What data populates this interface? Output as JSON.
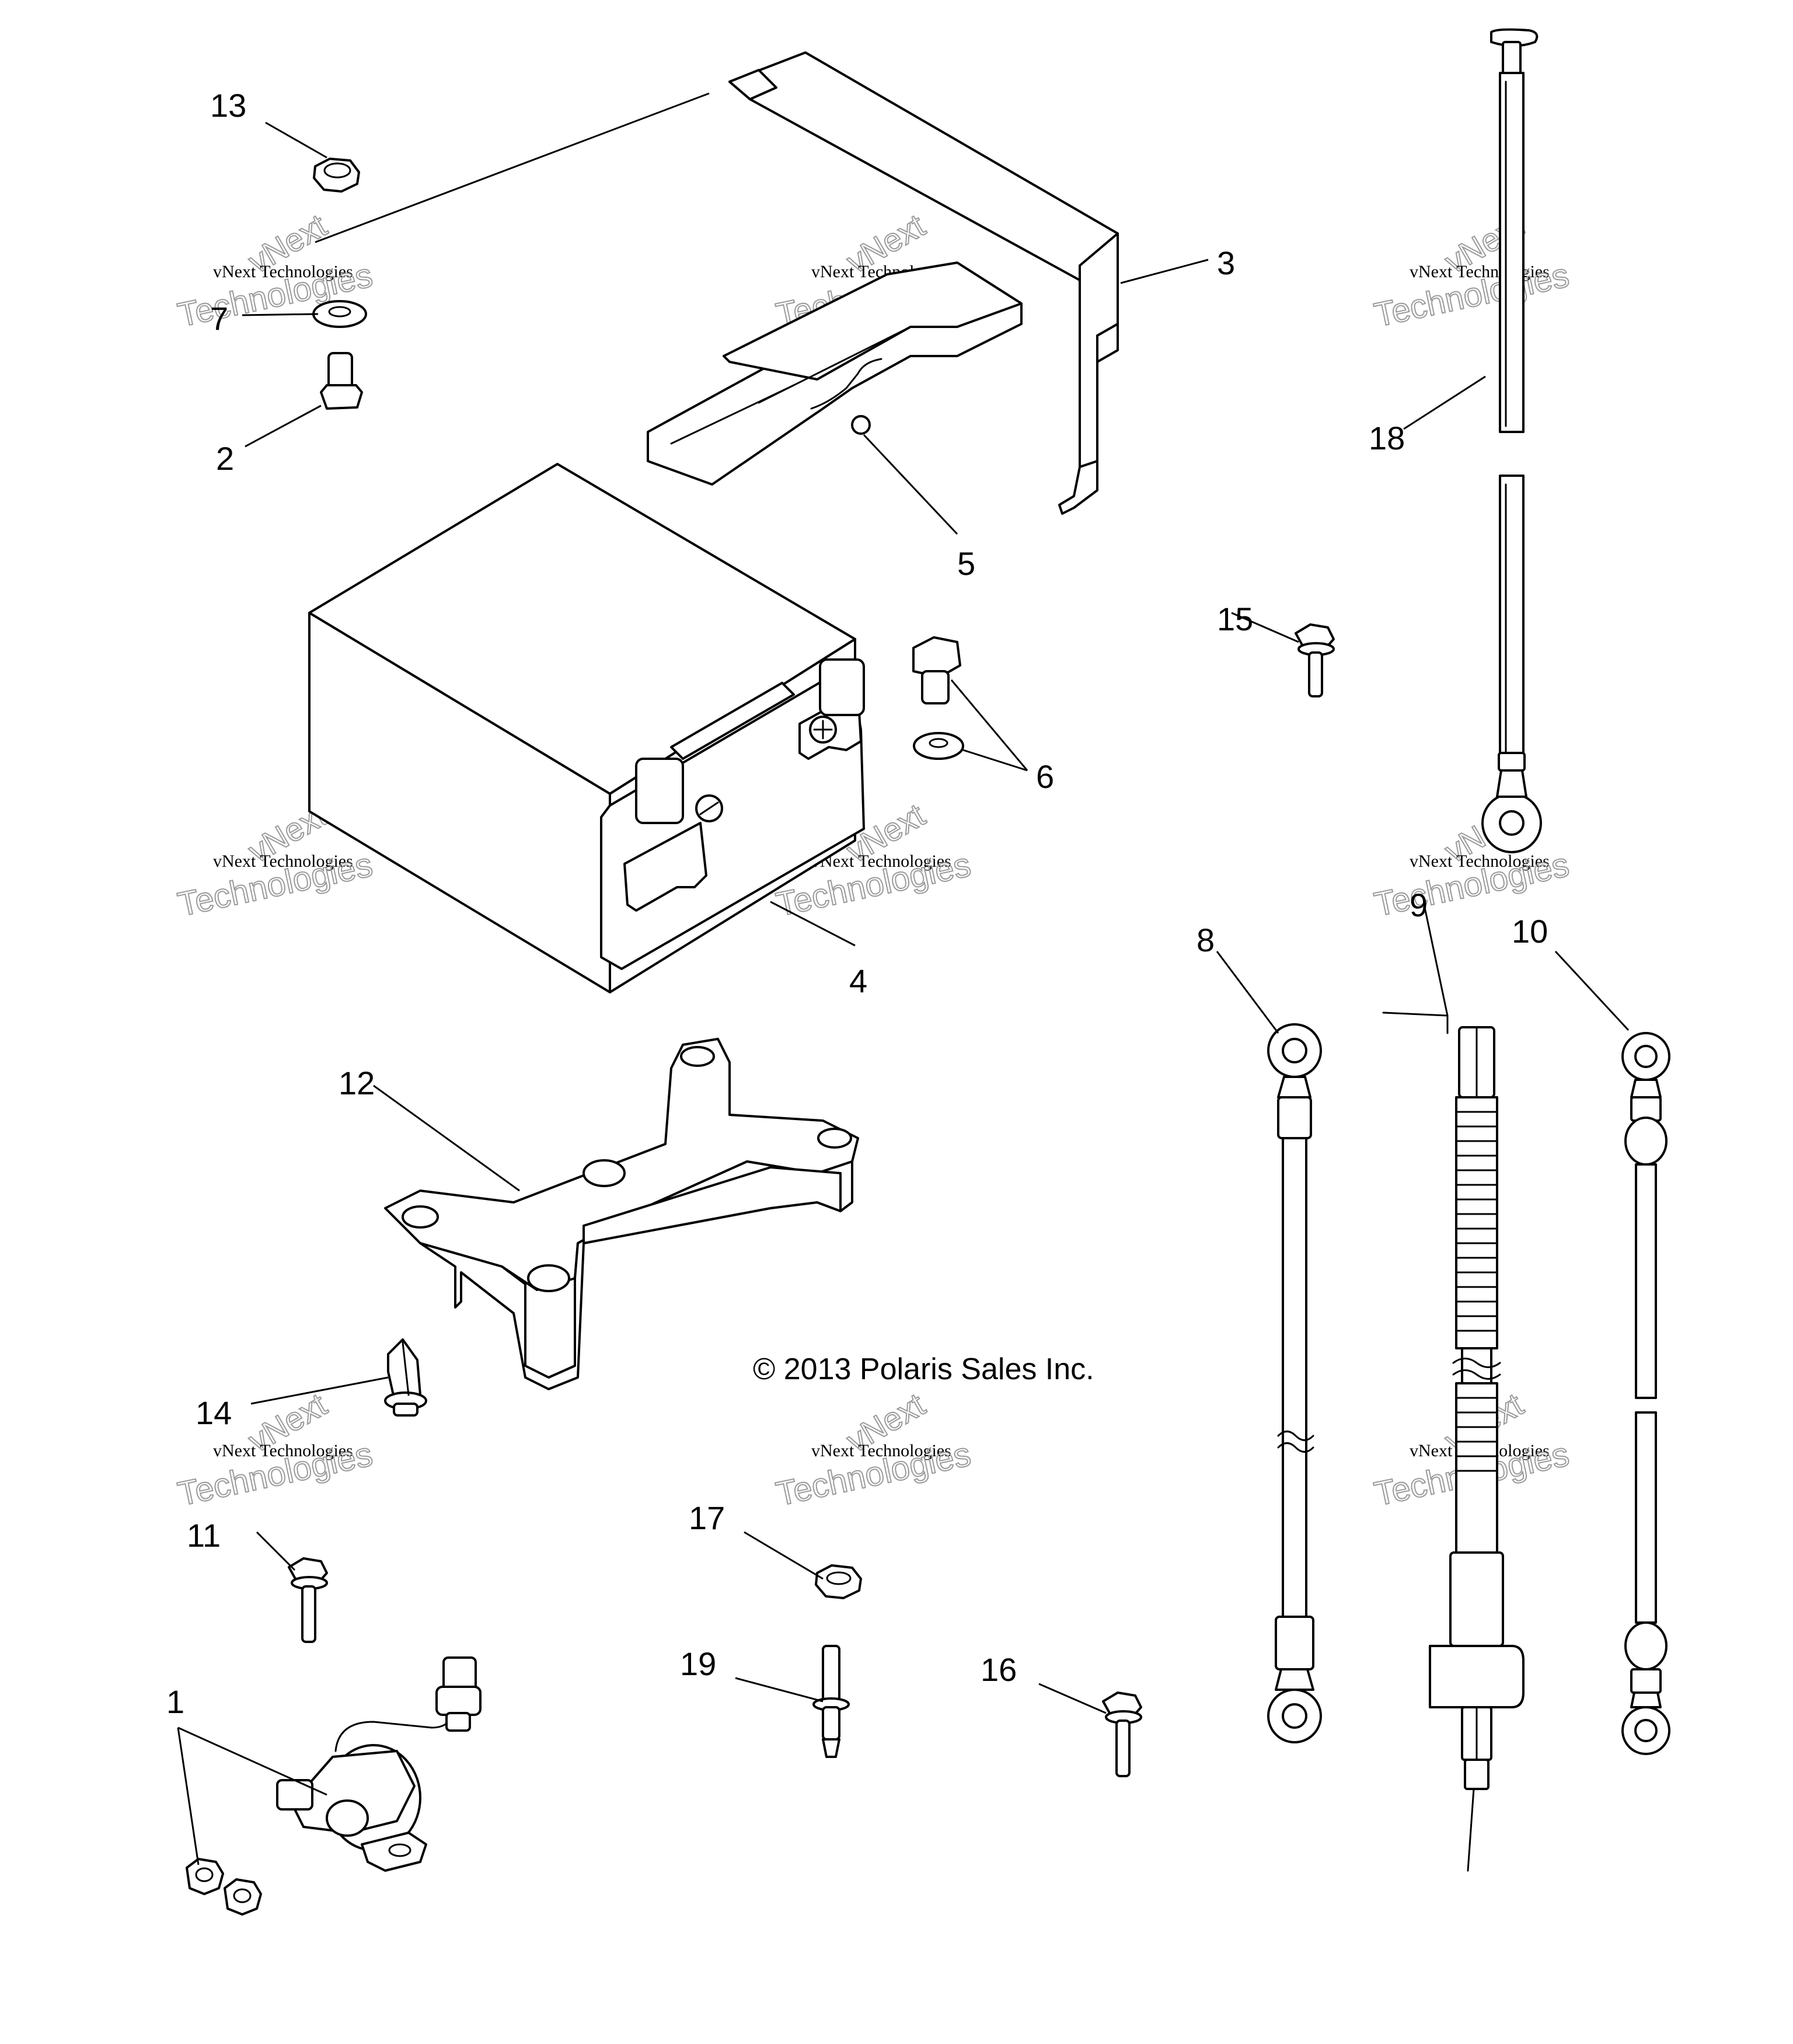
{
  "copyright": "© 2013 Polaris Sales Inc.",
  "watermark": {
    "line1": "vNext Technologies",
    "line2": "Technologies",
    "tilted": "vNext"
  },
  "callouts": {
    "1": "1",
    "2": "2",
    "3": "3",
    "4": "4",
    "5": "5",
    "6": "6",
    "7": "7",
    "8": "8",
    "9": "9",
    "10": "10",
    "11": "11",
    "12": "12",
    "13": "13",
    "14": "14",
    "15": "15",
    "16": "16",
    "17": "17",
    "18": "18",
    "19": "19"
  }
}
